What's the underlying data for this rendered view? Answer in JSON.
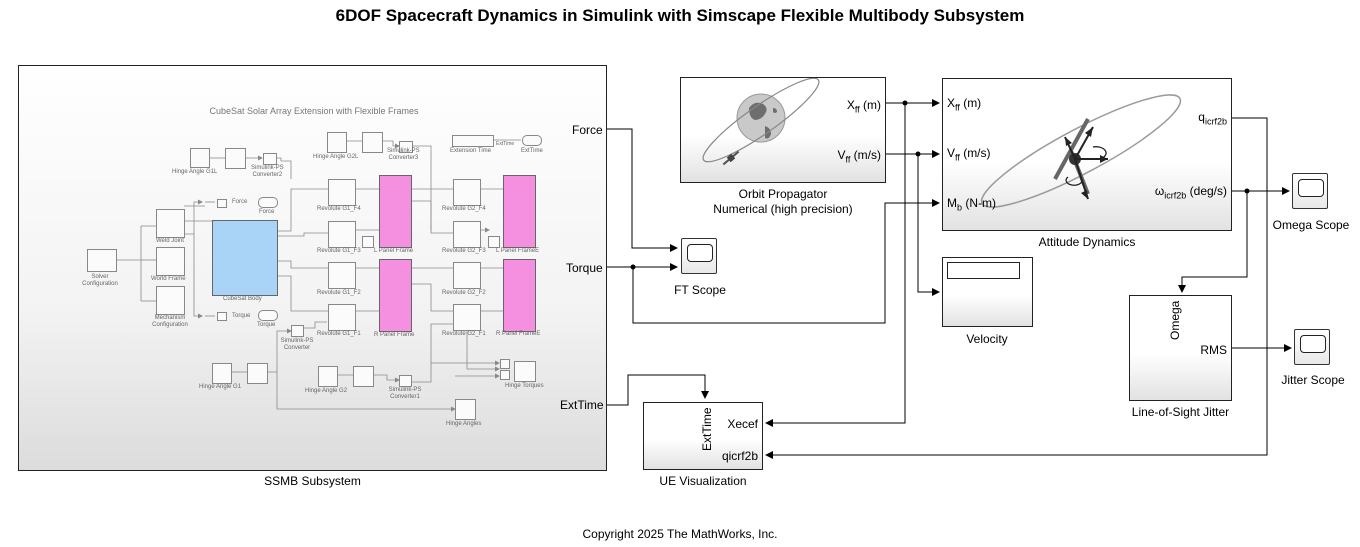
{
  "title": "6DOF Spacecraft Dynamics in Simulink with Simscape Flexible Multibody Subsystem",
  "copyright": "Copyright 2025 The MathWorks, Inc.",
  "blocks": {
    "ssmb": "SSMB Subsystem",
    "orbit_line1": "Orbit Propagator",
    "orbit_line2": "Numerical (high precision)",
    "attitude": "Attitude Dynamics",
    "ft_scope": "FT Scope",
    "velocity": "Velocity",
    "ue_vis": "UE Visualization",
    "los_jitter": "Line-of-Sight Jitter",
    "omega_scope": "Omega Scope",
    "jitter_scope": "Jitter Scope"
  },
  "signals": {
    "force": "Force",
    "torque": "Torque",
    "ext_time": "ExtTime"
  },
  "ports": {
    "orbit_xff": "X",
    "orbit_xff_sub": "ff",
    "orbit_xff_unit": " (m)",
    "orbit_vff": "V",
    "orbit_vff_sub": "ff",
    "orbit_vff_unit": " (m/s)",
    "att_xff": "X",
    "att_xff_sub": "ff",
    "att_xff_unit": " (m)",
    "att_vff": "V",
    "att_vff_sub": "ff",
    "att_vff_unit": " (m/s)",
    "att_mb": "M",
    "att_mb_sub": "b",
    "att_mb_unit": " (N-m)",
    "att_q": "q",
    "att_q_sub": "icrf2b",
    "att_omega": "ω",
    "att_omega_sub": "icrf2b",
    "att_omega_unit": " (deg/s)",
    "ue_exttime": "ExtTime",
    "ue_xecef": "Xecef",
    "ue_qicrf2b": "qicrf2b",
    "los_omega": "Omega",
    "los_rms": "RMS"
  },
  "inner": {
    "title": "CubeSat Solar Array Extension with Flexible Frames",
    "hinge_g1l": "Hinge Angle G1L",
    "sps_conv2_l1": "Simulink-PS",
    "sps_conv2_l2": "Converter2",
    "hinge_g2l": "Hinge Angle G2L",
    "sps_conv3_l1": "Simulink-PS",
    "sps_conv3_l2": "Converter3",
    "ext_time": "Extension Time",
    "ext_time_tag": "ExtTime",
    "ext_time_out": "ExtTime",
    "solver_l1": "Solver",
    "solver_l2": "Configuration",
    "weld": "Weld Joint",
    "world": "World Frame",
    "mech_l1": "Mechanism",
    "mech_l2": "Configuration",
    "force_tag": "Force",
    "force_out": "Force",
    "torque_tag": "Torque",
    "torque_out": "Torque",
    "cubesat": "CubeSat Body",
    "rev_g1_f4": "Revolute G1_F4",
    "rev_g1_f3": "Revolute G1_F3",
    "rev_g1_f2": "Revolute G1_F2",
    "rev_g1_f1": "Revolute G1_F1",
    "rev_g2_f4": "Revolute G2_F4",
    "rev_g2_f3": "Revolute G2_F3",
    "rev_g2_f2": "Revolute G2_F2",
    "rev_g2_f1": "Revolute G2_F1",
    "l_panel": "L Panel Frame",
    "l_panel_e": "L Panel FrameE",
    "r_panel": "R Panel Frame",
    "r_panel_e": "R Panel FrameE",
    "sps_conv_l1": "Simulink-PS",
    "sps_conv_l2": "Converter",
    "sps_conv1_l1": "Simulink-PS",
    "sps_conv1_l2": "Converter1",
    "hinge_g1": "Hinge Angle G1",
    "hinge_g2": "Hinge Angle G2",
    "hinge_torques": "Hinge Torques",
    "hinge_angles": "Hinge Angles"
  },
  "colors": {
    "cubesat_body": "#a9d4f8",
    "panel": "#f58fe0",
    "wire": "#000000",
    "inner_wire": "#8a8a8a"
  }
}
